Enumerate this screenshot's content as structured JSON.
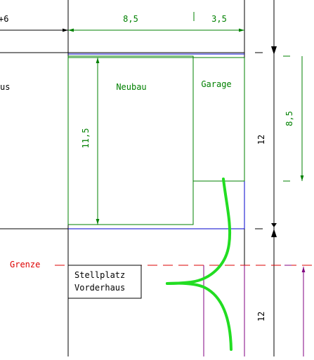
{
  "labels": {
    "dim_top_left": "+6",
    "dim_neubau_width": "8,5",
    "dim_garage_width": "3,5",
    "partial_haus": "us",
    "neubau": "Neubau",
    "garage": "Garage",
    "dim_neubau_depth": "11,5",
    "dim_right_upper": "12",
    "dim_right_lower": "12",
    "dim_far_right": "8,5",
    "grenze": "Grenze",
    "stellplatz_line1": "Stellplatz",
    "stellplatz_line2": "Vorderhaus"
  },
  "colors": {
    "black": "#000000",
    "green": "#008000",
    "blue": "#0000cc",
    "red": "#dd0000",
    "purple": "#800080",
    "bright_green": "#22dd22"
  }
}
